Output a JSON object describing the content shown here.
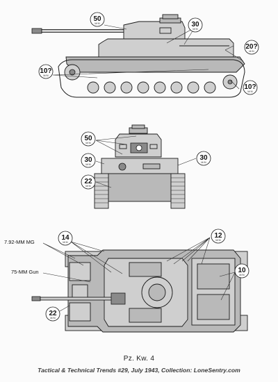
{
  "title": "Pz. Kw. 4",
  "credit": "Tactical & Technical Trends #29, July 1943, Collection: LoneSentry.com",
  "armor_unit": "M/M",
  "side_view": {
    "badges": [
      "50",
      "30",
      "20?",
      "10?",
      "10?"
    ]
  },
  "front_view": {
    "badges": [
      "50",
      "30",
      "22",
      "30"
    ]
  },
  "top_view": {
    "badges": [
      "14",
      "12",
      "10",
      "22"
    ],
    "weapon_labels": [
      "7.92-MM MG",
      "75-MM Gun"
    ]
  }
}
